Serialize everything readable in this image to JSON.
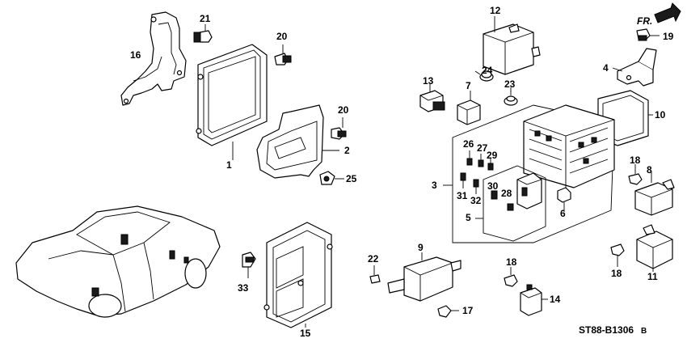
{
  "diagram": {
    "code": "ST88-B1306",
    "code_suffix": "B",
    "direction_label": "FR.",
    "callouts": [
      "1",
      "2",
      "3",
      "4",
      "5",
      "6",
      "7",
      "8",
      "9",
      "10",
      "11",
      "12",
      "13",
      "14",
      "15",
      "16",
      "17",
      "18",
      "19",
      "20",
      "21",
      "22",
      "23",
      "24",
      "25",
      "26",
      "27",
      "28",
      "29",
      "30",
      "31",
      "32",
      "33"
    ]
  }
}
